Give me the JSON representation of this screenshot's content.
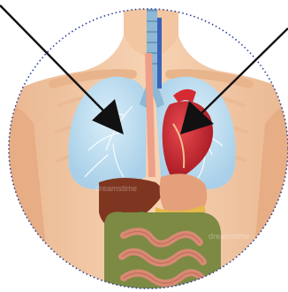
{
  "image": {
    "subject": "human-torso-internal-organs",
    "organs": [
      "lungs",
      "heart",
      "trachea",
      "esophagus",
      "liver",
      "stomach",
      "intestines"
    ],
    "pointers": [
      {
        "id": "left-arrow",
        "target": "lung"
      },
      {
        "id": "right-arrow",
        "target": "heart"
      }
    ],
    "watermark": "dreamstime"
  },
  "colors": {
    "background": "#ffffff",
    "skin": "#f3c9a4",
    "skin_shadow": "#e8b48c",
    "lung": "#b9dcf0",
    "lung_vein": "#ffffff",
    "heart": "#c8202b",
    "aorta": "#d62a33",
    "trachea": "#9fc4dc",
    "esophagus": "#e98f7a",
    "liver": "#8a3b22",
    "stomach": "#e4a07a",
    "pancreas": "#e6b94a",
    "intestine": "#d98a72",
    "colon_mesh": "#6d7a3c",
    "arrow": "#111111",
    "circle_border": "#2a3f9a"
  }
}
